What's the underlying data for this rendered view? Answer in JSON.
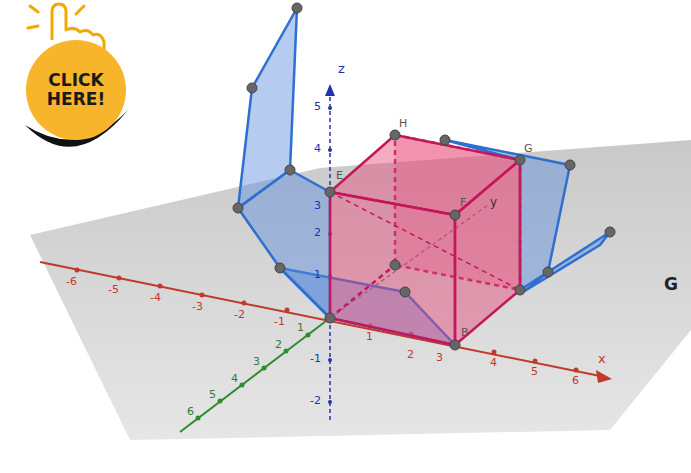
{
  "diagram": {
    "nodes": [
      {
        "text": [
          "CLICK HERE!"
        ]
      }
    ],
    "labels": [
      "-6",
      "-5",
      "-4",
      "-3",
      "-2",
      "-1",
      "1",
      "2",
      "3",
      "4",
      "5",
      "6",
      "x",
      "5",
      "4",
      "3",
      "2",
      "1",
      "-1",
      "-2",
      "z",
      "1",
      "2",
      "3",
      "4",
      "5",
      "6",
      "y",
      "H",
      "G",
      "E",
      "F",
      "B",
      "G"
    ]
  }
}
